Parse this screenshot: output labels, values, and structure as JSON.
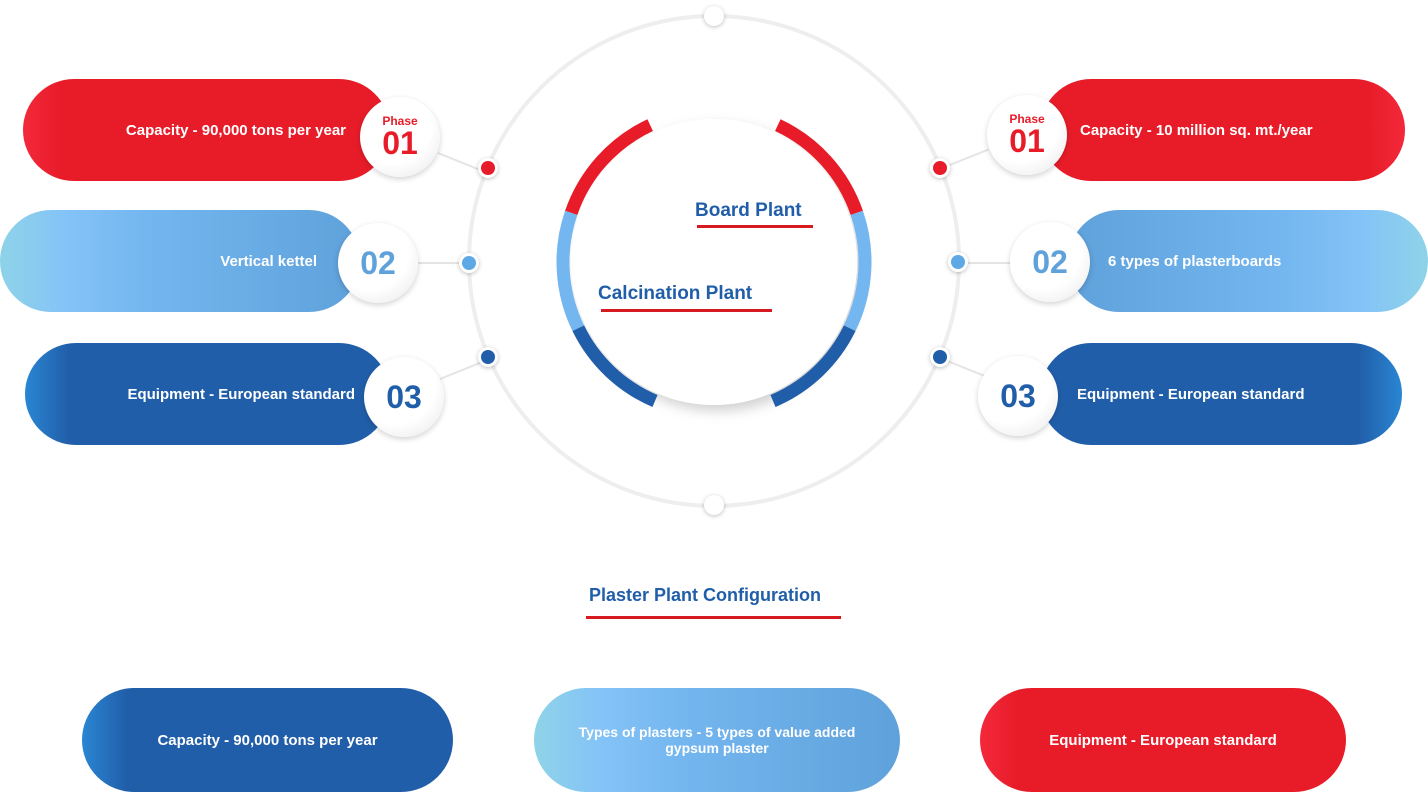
{
  "center": {
    "board_plant": "Board Plant",
    "calcination_plant": "Calcination Plant"
  },
  "left": [
    {
      "phase": "Phase",
      "number": "01",
      "text": "Capacity - 90,000 tons per year"
    },
    {
      "number": "02",
      "text": "Vertical kettel"
    },
    {
      "number": "03",
      "text": "Equipment - European standard"
    }
  ],
  "right": [
    {
      "phase": "Phase",
      "number": "01",
      "text": "Capacity - 10 million sq. mt./year"
    },
    {
      "number": "02",
      "text": "6 types of plasterboards"
    },
    {
      "number": "03",
      "text": "Equipment - European standard"
    }
  ],
  "plaster": {
    "title": "Plaster Plant Configuration",
    "items": [
      "Capacity - 90,000 tons per year",
      "Types of plasters - 5 types of value added gypsum plaster",
      "Equipment - European standard"
    ]
  },
  "colors": {
    "red": "#e81c29",
    "light_blue": "#74b6ef",
    "dark_blue": "#215ea9"
  }
}
